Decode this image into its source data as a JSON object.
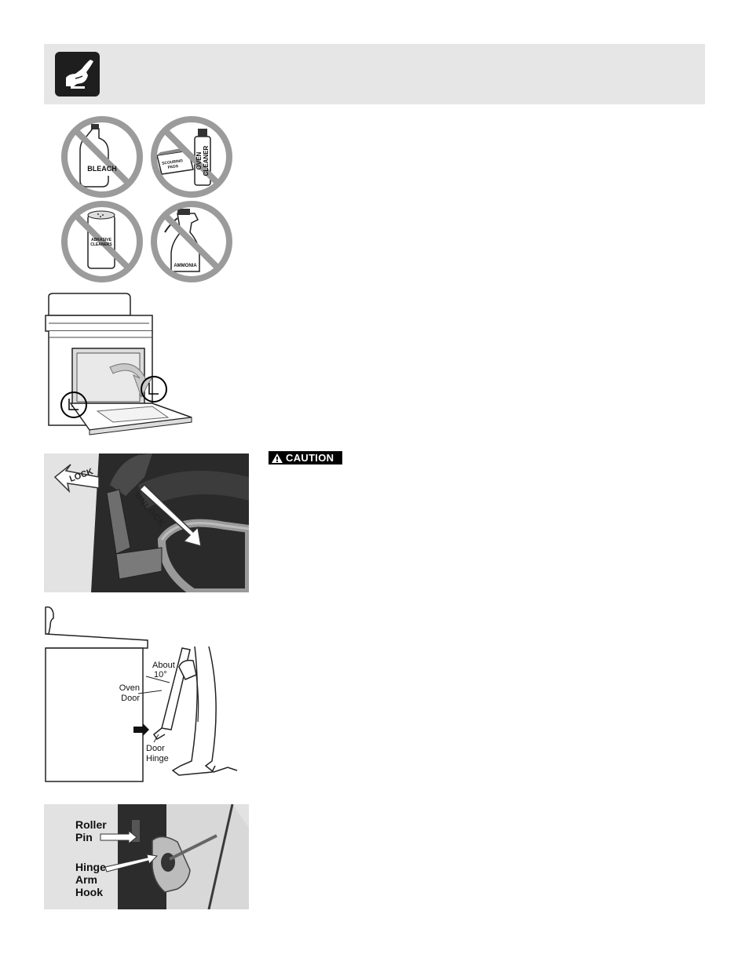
{
  "prohibited_cleaners": {
    "bleach": "BLEACH",
    "scouring_pads": [
      "SCOURING",
      "PADS"
    ],
    "oven_cleaner": [
      "OVEN",
      "CLEANER"
    ],
    "abrasive_cleaners": [
      "ABRASIVE",
      "CLEANERS"
    ],
    "ammonia": "AMMONIA"
  },
  "hinge_photo": {
    "lock": "LOCK",
    "unlock": "UNLOCK"
  },
  "caution_label": "CAUTION",
  "door_removal": {
    "angle_label": [
      "About",
      "10°"
    ],
    "oven_door_label": [
      "Oven",
      "Door"
    ],
    "door_hinge_label": [
      "Door",
      "Hinge"
    ]
  },
  "hinge_detail": {
    "roller_pin_label": [
      "Roller",
      "Pin"
    ],
    "hinge_arm_hook_label": [
      "Hinge",
      "Arm",
      "Hook"
    ]
  }
}
